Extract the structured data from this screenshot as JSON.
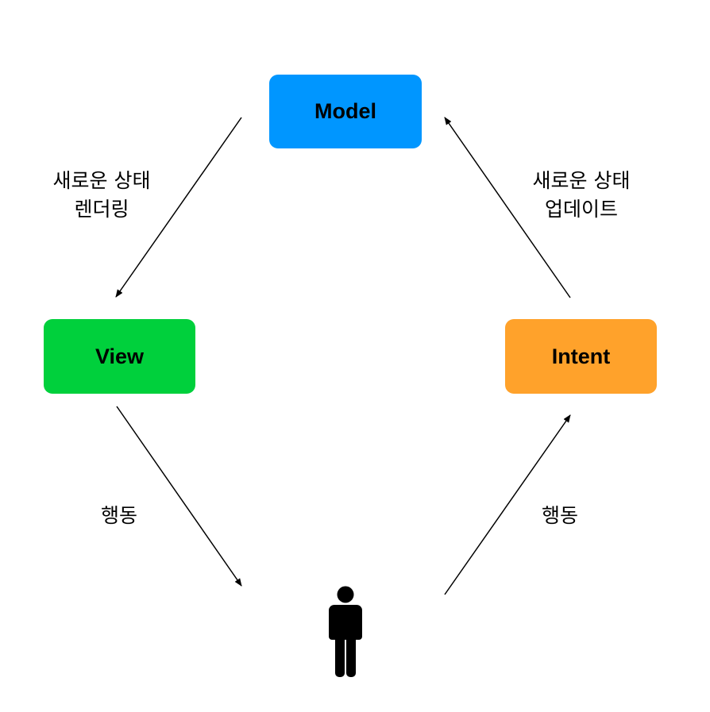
{
  "nodes": {
    "model": {
      "label": "Model",
      "color": "#0096FF"
    },
    "view": {
      "label": "View",
      "color": "#00D03C"
    },
    "intent": {
      "label": "Intent",
      "color": "#FFA22B"
    }
  },
  "edges": {
    "model_to_view": {
      "line1": "새로운 상태",
      "line2": "렌더링"
    },
    "intent_to_model": {
      "line1": "새로운 상태",
      "line2": "업데이트"
    },
    "view_to_user": {
      "label": "행동"
    },
    "user_to_intent": {
      "label": "행동"
    }
  },
  "user": {
    "icon": "person-icon"
  }
}
